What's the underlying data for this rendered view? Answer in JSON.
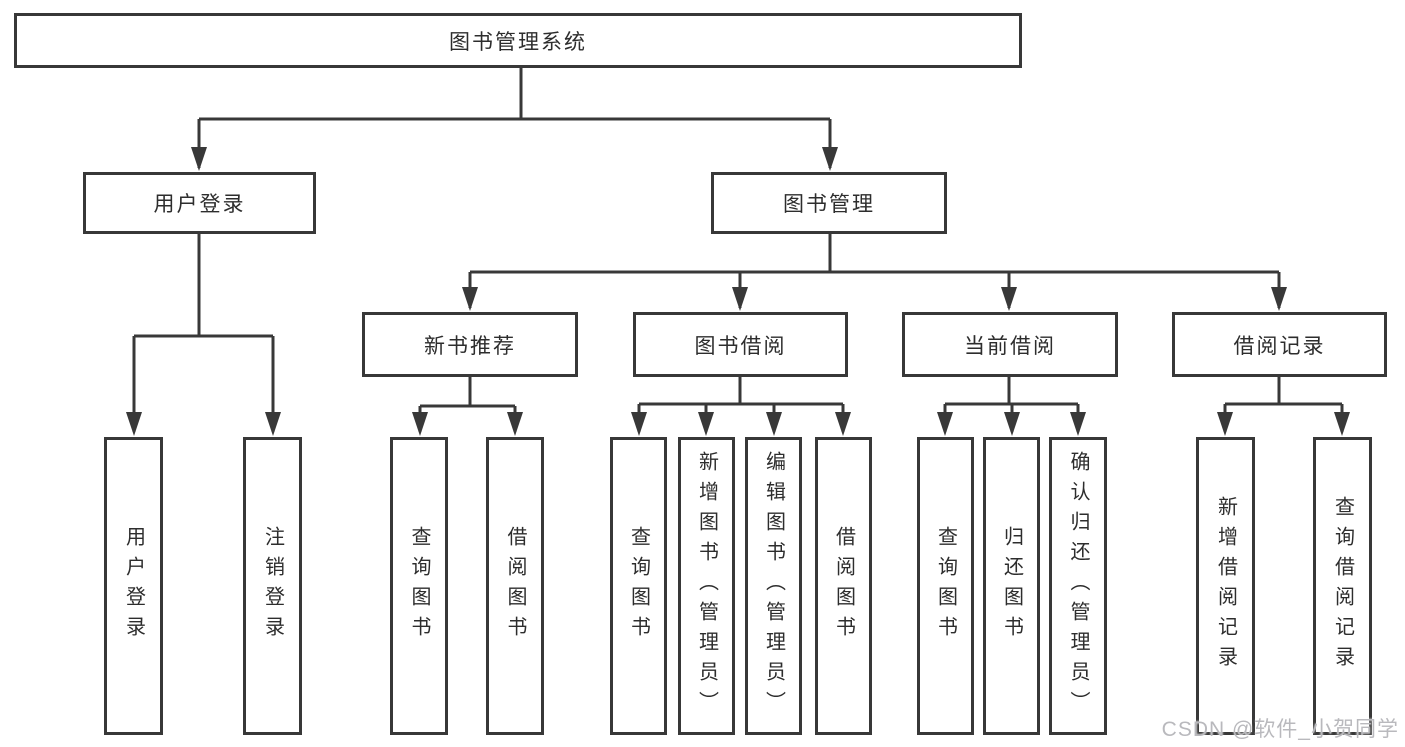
{
  "diagram": {
    "root": "图书管理系统",
    "level2": {
      "user_login": "用户登录",
      "book_mgmt": "图书管理"
    },
    "level3": {
      "new_book_recommend": "新书推荐",
      "book_borrow": "图书借阅",
      "current_borrow": "当前借阅",
      "borrow_records": "借阅记录"
    },
    "leaves": {
      "login_user": "用户登录",
      "login_logout": "注销登录",
      "rec_query_books": "查询图书",
      "rec_borrow_books": "借阅图书",
      "bb_query_books": "查询图书",
      "bb_add_books_admin": "新增图书（管理员）",
      "bb_edit_books_admin": "编辑图书（管理员）",
      "bb_borrow_books": "借阅图书",
      "cb_query_books": "查询图书",
      "cb_return_books": "归还图书",
      "cb_confirm_return_admin": "确认归还（管理员）",
      "br_add_record": "新增借阅记录",
      "br_query_record": "查询借阅记录"
    }
  },
  "watermark": "CSDN @软件_小贺同学",
  "colors": {
    "line": "#383838",
    "box_border": "#383838",
    "box_fill": "#ffffff",
    "text": "#2d2d2d",
    "watermark": "#b9b9bd",
    "background": "#ffffff"
  }
}
